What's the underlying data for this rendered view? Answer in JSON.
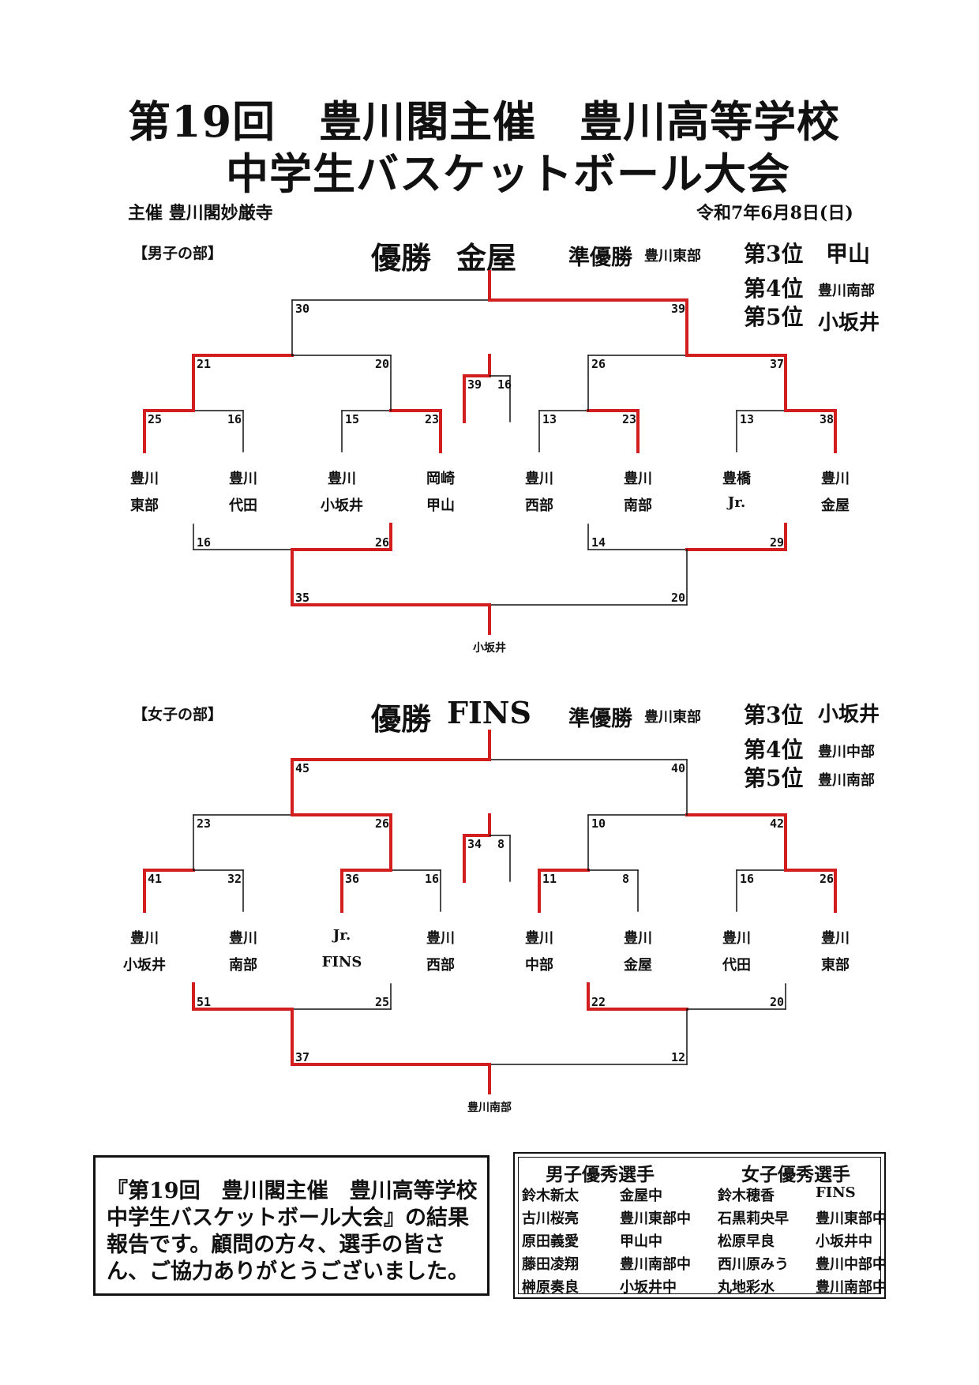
{
  "header": {
    "title_line1": "第19回　豊川閣主催　豊川高等学校",
    "title_line2": "中学生バスケットボール大会",
    "host": "主催 豊川閣妙厳寺",
    "date": "令和7年6月8日(日)"
  },
  "boys": {
    "section_label": "【男子の部】",
    "winner_label": "優勝",
    "winner": "金屋",
    "runner_up_label": "準優勝",
    "runner_up": "豊川東部",
    "third_label": "第3位",
    "third": "甲山",
    "fourth_label": "第4位",
    "fourth": "豊川南部",
    "fifth_label": "第5位",
    "fifth": "小坂井",
    "teams": [
      {
        "line1": "豊川",
        "line2": "東部"
      },
      {
        "line1": "豊川",
        "line2": "代田"
      },
      {
        "line1": "豊川",
        "line2": "小坂井"
      },
      {
        "line1": "岡崎",
        "line2": "甲山"
      },
      {
        "line1": "豊川",
        "line2": "西部"
      },
      {
        "line1": "豊川",
        "line2": "南部"
      },
      {
        "line1": "豊橋",
        "line2": "Jr."
      },
      {
        "line1": "豊川",
        "line2": "金屋"
      }
    ],
    "r1_scores": [
      "25",
      "16",
      "15",
      "23",
      "13",
      "23",
      "13",
      "38"
    ],
    "r2_scores": [
      "21",
      "20",
      "26",
      "37"
    ],
    "final_scores": [
      "30",
      "39"
    ],
    "third_place_scores": [
      "39",
      "16"
    ],
    "consolation_r1_scores": [
      "16",
      "26",
      "14",
      "29"
    ],
    "consolation_final_scores": [
      "35",
      "20"
    ],
    "consolation_winner": "小坂井"
  },
  "girls": {
    "section_label": "【女子の部】",
    "winner_label": "優勝",
    "winner": "FINS",
    "runner_up_label": "準優勝",
    "runner_up": "豊川東部",
    "third_label": "第3位",
    "third": "小坂井",
    "fourth_label": "第4位",
    "fourth": "豊川中部",
    "fifth_label": "第5位",
    "fifth": "豊川南部",
    "teams": [
      {
        "line1": "豊川",
        "line2": "小坂井"
      },
      {
        "line1": "豊川",
        "line2": "南部"
      },
      {
        "line1": "Jr.",
        "line2": "FINS"
      },
      {
        "line1": "豊川",
        "line2": "西部"
      },
      {
        "line1": "豊川",
        "line2": "中部"
      },
      {
        "line1": "豊川",
        "line2": "金屋"
      },
      {
        "line1": "豊川",
        "line2": "代田"
      },
      {
        "line1": "豊川",
        "line2": "東部"
      }
    ],
    "r1_scores": [
      "41",
      "32",
      "36",
      "16",
      "11",
      "8",
      "16",
      "26"
    ],
    "r2_scores": [
      "23",
      "26",
      "10",
      "42"
    ],
    "final_scores": [
      "45",
      "40"
    ],
    "third_place_scores": [
      "34",
      "8"
    ],
    "consolation_r1_scores": [
      "51",
      "25",
      "22",
      "20"
    ],
    "consolation_final_scores": [
      "37",
      "12"
    ],
    "consolation_winner": "豊川南部"
  },
  "message": {
    "text": "『第19回　豊川閣主催　豊川高等学校中学生バスケットボール大会』の結果報告です。顧問の方々、選手の皆さん、ご協力ありがとうございました。"
  },
  "mvp": {
    "boys_heading": "男子優秀選手",
    "girls_heading": "女子優秀選手",
    "boys": [
      {
        "name": "鈴木新太",
        "school": "金屋中"
      },
      {
        "name": "古川桜亮",
        "school": "豊川東部中"
      },
      {
        "name": "原田義愛",
        "school": "甲山中"
      },
      {
        "name": "藤田凌翔",
        "school": "豊川南部中"
      },
      {
        "name": "榊原奏良",
        "school": "小坂井中"
      }
    ],
    "girls": [
      {
        "name": "鈴木穂香",
        "school": "FINS"
      },
      {
        "name": "石黒莉央早",
        "school": "豊川東部中"
      },
      {
        "name": "松原早良",
        "school": "小坂井中"
      },
      {
        "name": "西川原みう",
        "school": "豊川中部中"
      },
      {
        "name": "丸地彩水",
        "school": "豊川南部中"
      }
    ]
  },
  "colors": {
    "winner_line": "#d21e1e",
    "line": "#111111"
  }
}
